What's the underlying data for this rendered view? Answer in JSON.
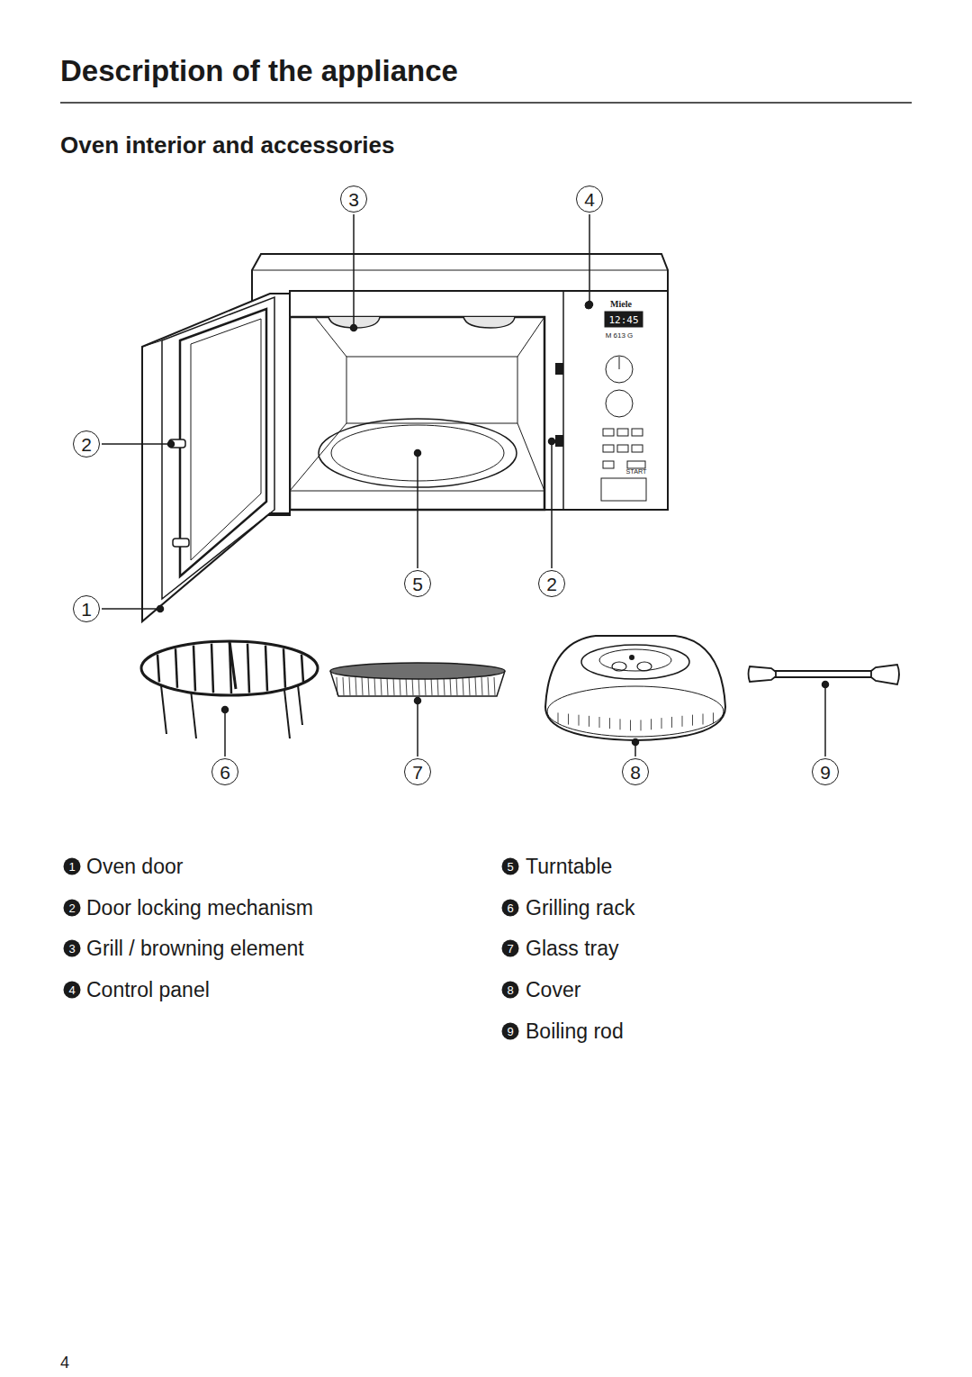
{
  "diagram": {
    "title": "Description of the appliance",
    "labels": [
      "Oven interior and accessories",
      "3",
      "4",
      "2",
      "5",
      "2",
      "1",
      "6",
      "7",
      "8",
      "9",
      "1",
      "Oven door",
      "2",
      "Door locking mechanism",
      "3",
      "Grill / browning element",
      "4",
      "Control panel",
      "5",
      "Turntable",
      "6",
      "Grilling rack",
      "7",
      "Glass tray",
      "8",
      "Cover",
      "9",
      "Boiling rod",
      "Miele",
      "12:45",
      "M 613 G",
      "START",
      "4"
    ]
  }
}
